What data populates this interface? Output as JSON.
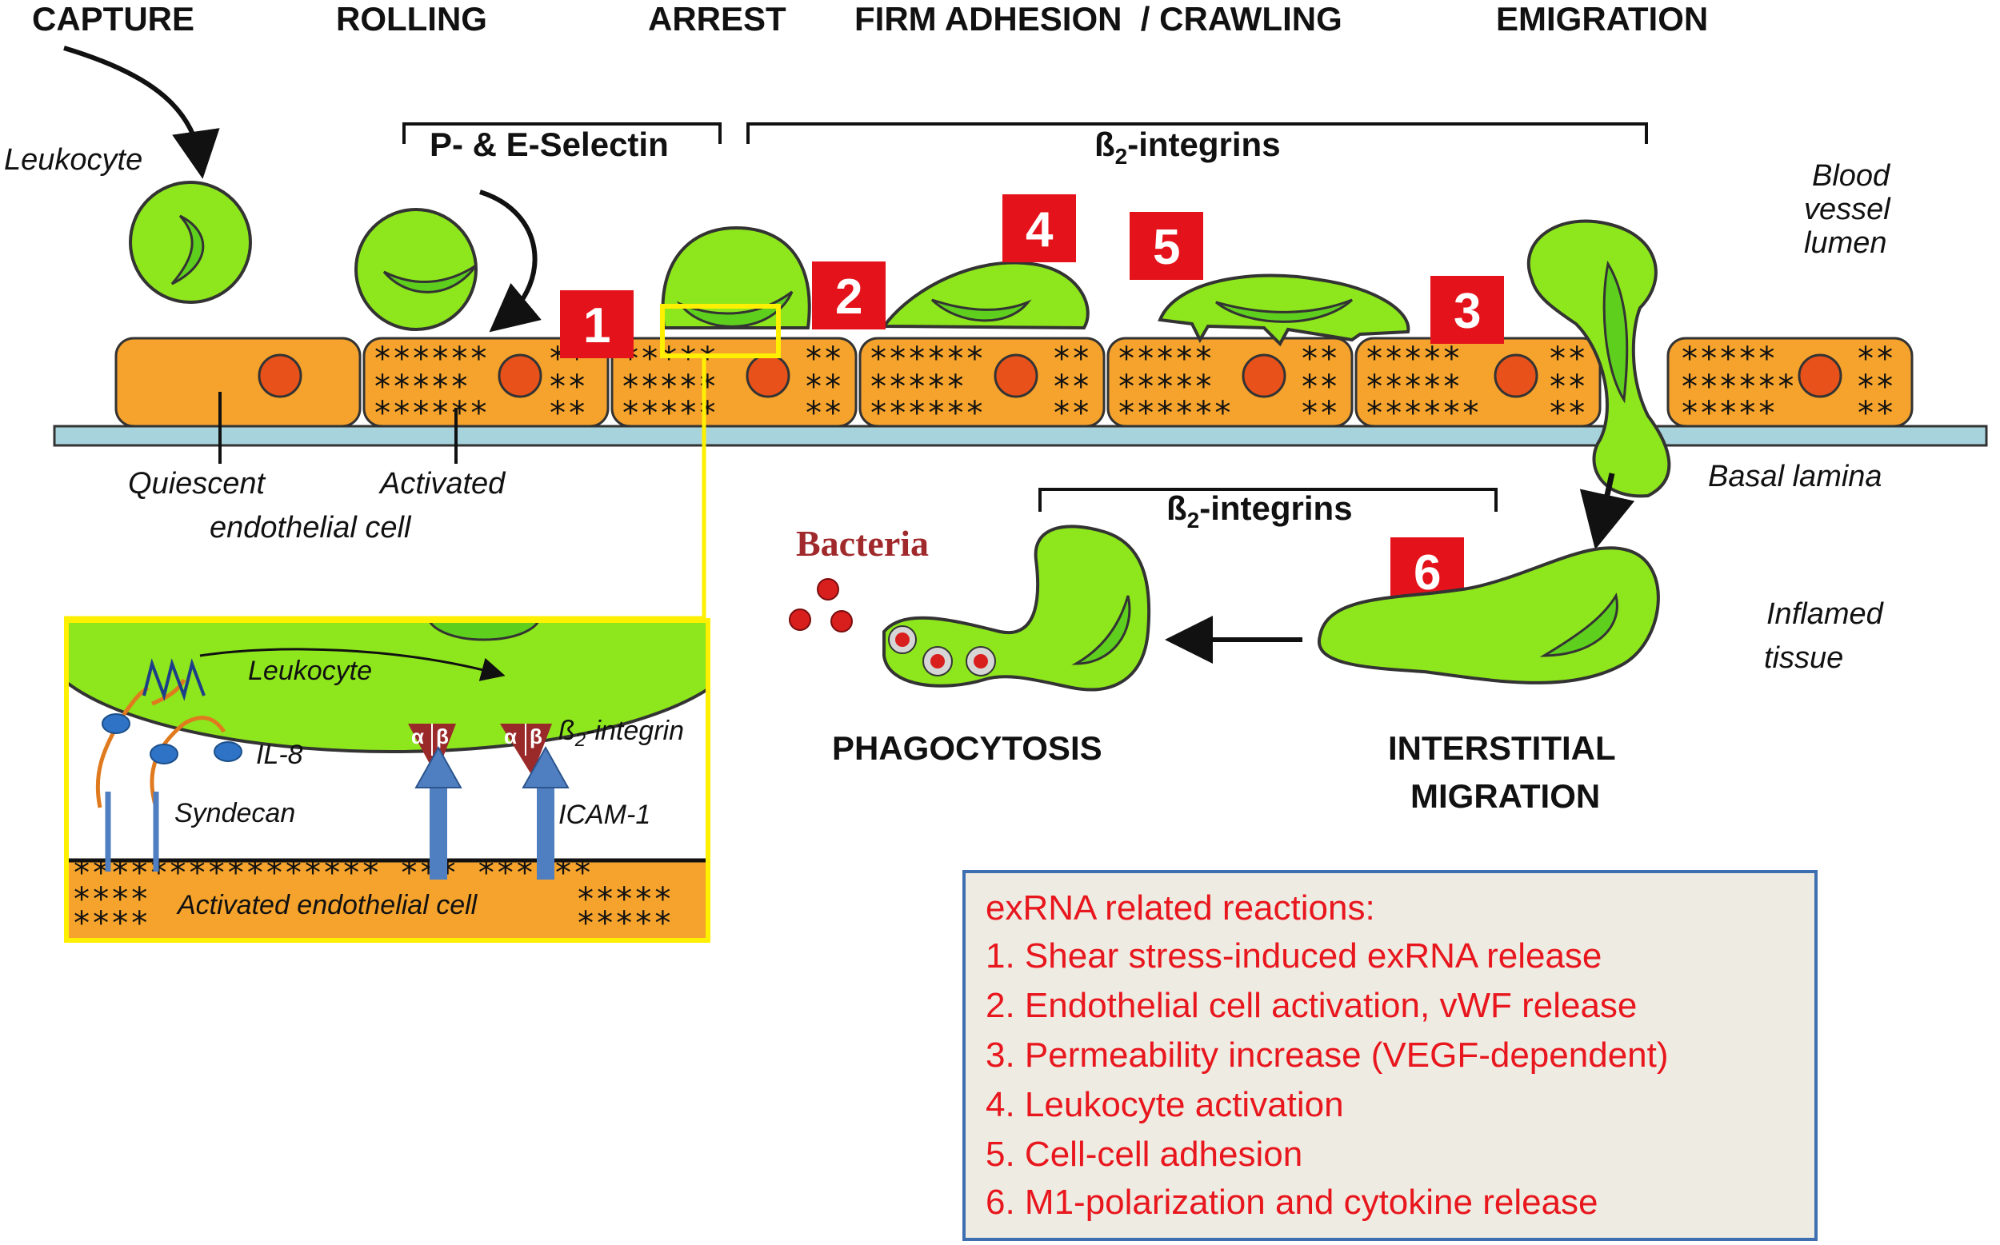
{
  "stages": {
    "capture": "CAPTURE",
    "rolling": "ROLLING",
    "arrest": "ARREST",
    "firm": "FIRM ADHESION  / CRAWLING",
    "emigration": "EMIGRATION"
  },
  "labels": {
    "leukocyte": "Leukocyte",
    "selectin": "P- & E-Selectin",
    "integrins_beta": "ß",
    "integrins_sub": "2",
    "integrins_rest": "-integrins",
    "lumen1": "Blood",
    "lumen2": "vessel",
    "lumen3": "lumen",
    "quiescent": "Quiescent",
    "activated": "Activated",
    "endo_cell": "endothelial cell",
    "basal": "Basal lamina",
    "bacteria": "Bacteria",
    "inflamed1": "Inflamed",
    "inflamed2": "tissue",
    "phago": "PHAGOCYTOSIS",
    "interstitial1": "INTERSTITIAL",
    "interstitial2": "MIGRATION"
  },
  "markers": [
    "1",
    "2",
    "3",
    "4",
    "5",
    "6"
  ],
  "inset": {
    "leukocyte": "Leukocyte",
    "il8": "IL-8",
    "syndecan": "Syndecan",
    "integrin_beta": "ß",
    "integrin_sub": "2",
    "integrin_rest": "-integrin",
    "icam": "ICAM-1",
    "alpha": "α",
    "beta": "β",
    "endo": "Activated endothelial cell"
  },
  "legend": {
    "title": "exRNA related reactions:",
    "items": [
      "1. Shear stress-induced exRNA release",
      "2. Endothelial cell activation, vWF release",
      "3. Permeability increase (VEGF-dependent)",
      "4. Leukocyte activation",
      "5. Cell-cell adhesion",
      "6. M1-polarization and cytokine release"
    ]
  },
  "colors": {
    "cell_green": "#8ee61c",
    "nucleus_green": "#5fcf1e",
    "endo_orange": "#f5a32c",
    "nucleus_red": "#e8521a",
    "marker_red": "#e4131b",
    "basal_blue": "#a6d3dc",
    "legend_border": "#3e6fb0",
    "legend_fill": "#eeebe2",
    "inset_border": "#ffff00",
    "arrow_blue": "#4f7fc0"
  }
}
